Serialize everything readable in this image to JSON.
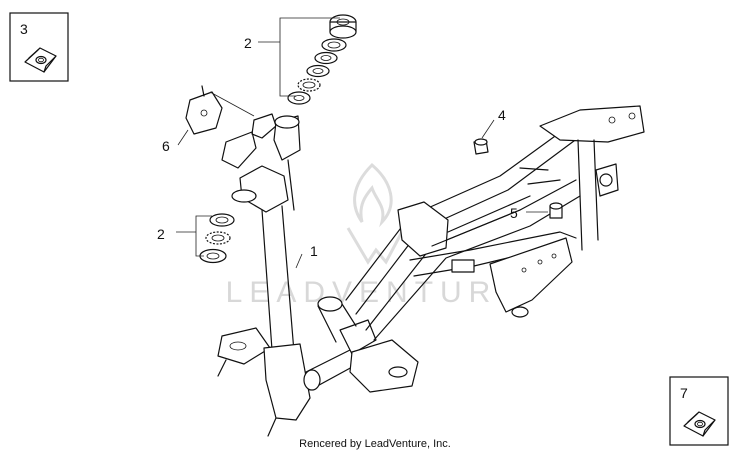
{
  "callouts": {
    "c1": "1",
    "c2_top": "2",
    "c2_left": "2",
    "c3": "3",
    "c4": "4",
    "c5": "5",
    "c6": "6",
    "c7": "7"
  },
  "watermark": {
    "text": "LEADVENTURE"
  },
  "footer": {
    "credit": "Rencered by LeadVenture, Inc."
  },
  "colors": {
    "line": "#111111",
    "watermark": "#d8d8d8",
    "background": "#ffffff"
  }
}
